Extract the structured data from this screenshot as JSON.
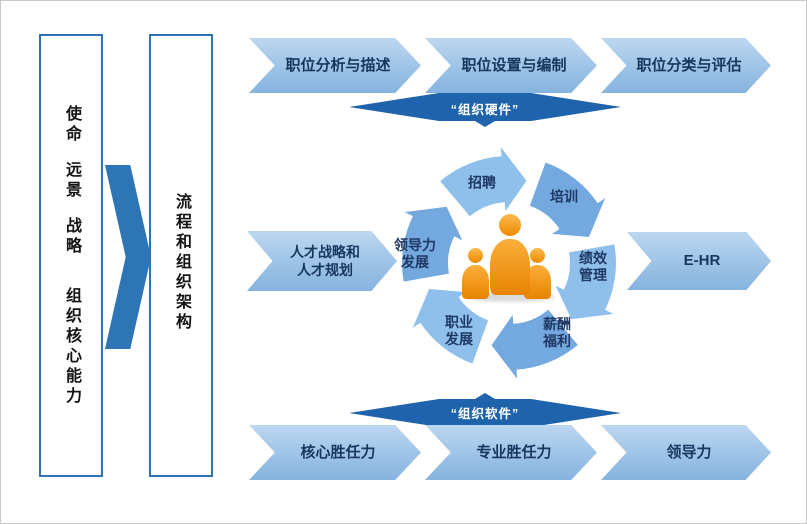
{
  "left_panel": {
    "mission_items": [
      "使命",
      "远景",
      "战略",
      "组织核心能力"
    ],
    "process_label": "流程和组织架构"
  },
  "top_arrows": [
    "职位分析与描述",
    "职位设置与编制",
    "职位分类与评估"
  ],
  "banners": {
    "hardware": "“组织硬件”",
    "software": "“组织软件”"
  },
  "cycle": {
    "labels": [
      "招聘",
      "培训",
      "绩效\n管理",
      "薪酬\n福利",
      "职业\n发展",
      "领导力\n发展"
    ]
  },
  "side_arrows": {
    "talent": "人才战略和\n人才规划",
    "ehr": "E-HR"
  },
  "bottom_arrows": [
    "核心胜任力",
    "专业胜任力",
    "领导力"
  ],
  "colors": {
    "primary_blue": "#2E75B6",
    "light_blue": "#9DC3E6",
    "banner_blue": "#1E63AB",
    "text_navy": "#17375E",
    "people_orange": "#F7941E"
  }
}
